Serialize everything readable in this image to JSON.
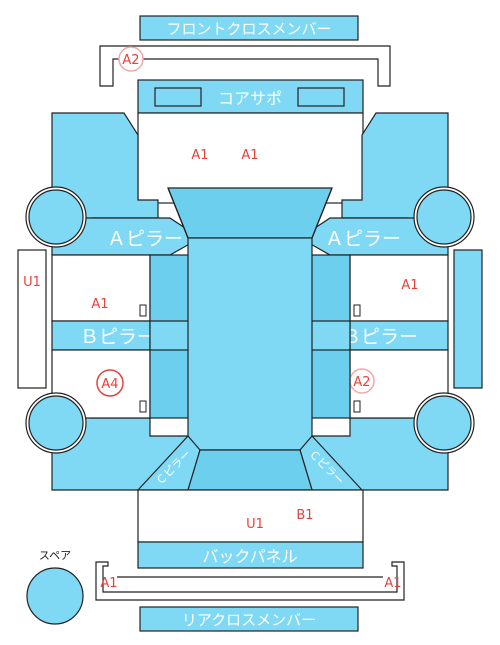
{
  "parts": {
    "front_cross_member": "フロントクロスメンバー",
    "core_support": "コアサポ",
    "a_pillar_left": "Ａピラー",
    "a_pillar_right": "Ａピラー",
    "b_pillar_left": "Ｂピラー",
    "b_pillar_right": "Ｂピラー",
    "c_pillar_left": "Ｃピラー",
    "c_pillar_right": "Ｃピラー",
    "back_panel": "バックパネル",
    "rear_cross_member": "リアクロスメンバー",
    "spare": "スペア"
  },
  "codes": {
    "front_member_circle": "A2",
    "core_area_1": "A1",
    "core_area_2": "A1",
    "left_front_floor": "A1",
    "right_front_floor": "A1",
    "left_rear_floor_circle": "A4",
    "right_rear_floor_circle": "A2",
    "left_rocker": "U1",
    "trunk_u1": "U1",
    "trunk_b1": "B1",
    "rear_member_left": "A1",
    "rear_member_right": "A1"
  },
  "colors": {
    "panel": "#7fd9f5",
    "panel_dark": "#6ccfee",
    "code_text": "#e8413b",
    "circle_highlight": "#e8413b",
    "circle_faded": "#f2a8a4"
  }
}
